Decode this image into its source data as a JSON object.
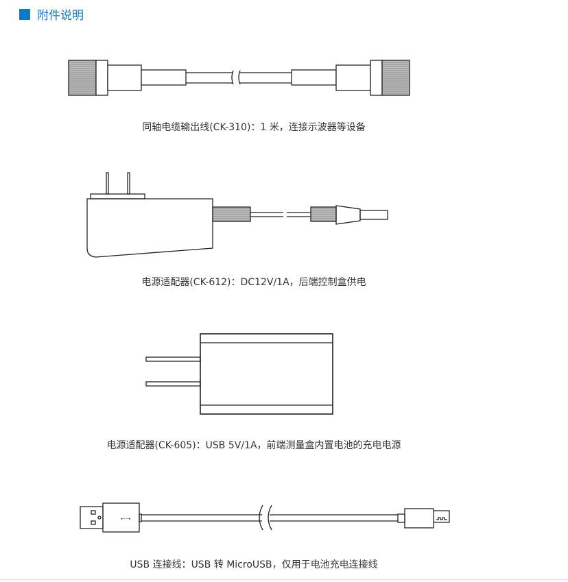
{
  "header": {
    "title": "附件说明",
    "accent": "#0f7ac4"
  },
  "items": [
    {
      "caption": "同轴电缆输出线(CK-310)：1 米，连接示波器等设备"
    },
    {
      "caption": "电源适配器(CK-612)：DC12V/1A，后端控制盒供电"
    },
    {
      "caption": "电源适配器(CK-605)：USB 5V/1A，前端测量盒内置电池的充电电源"
    },
    {
      "caption": "USB 连接线：USB 转 MicroUSB，仅用于电池充电连接线"
    }
  ]
}
